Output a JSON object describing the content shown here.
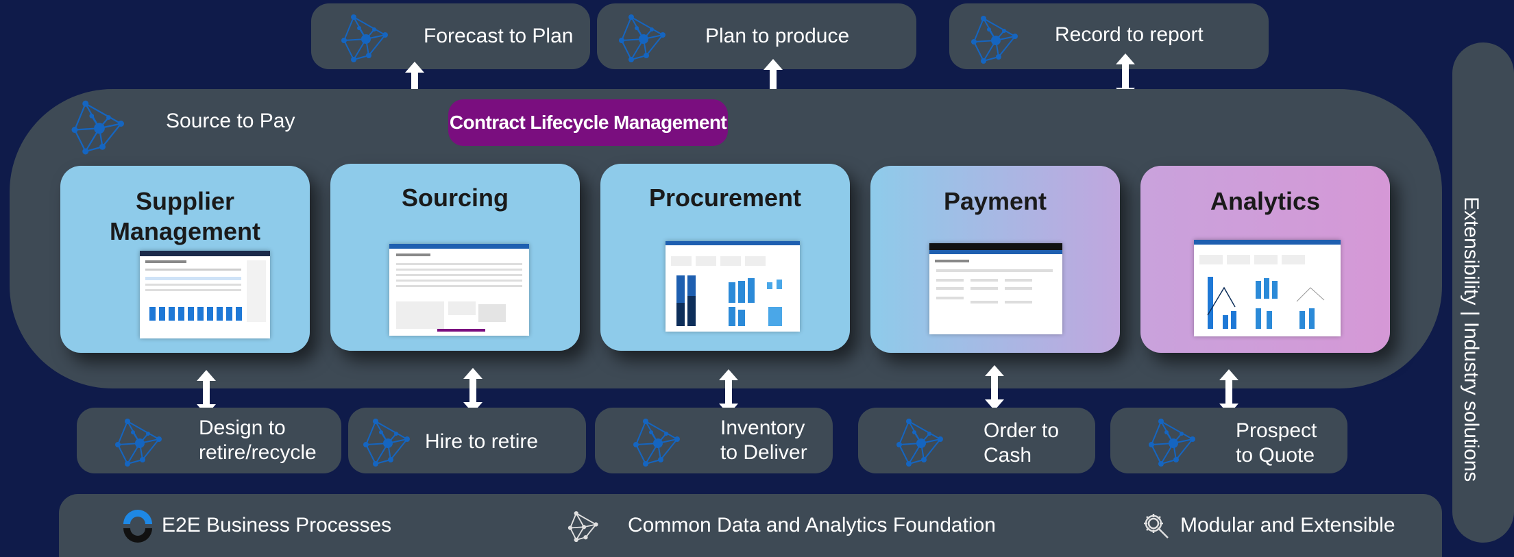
{
  "top_processes": [
    {
      "label": "Forecast to Plan"
    },
    {
      "label": "Plan to produce"
    },
    {
      "label": "Record to report"
    }
  ],
  "main": {
    "label": "Source to Pay",
    "badge": "Contract Lifecycle Management",
    "modules": [
      {
        "title": "Supplier Management",
        "color_from": "#8ecbea",
        "color_to": "#8ecbea"
      },
      {
        "title": "Sourcing",
        "color_from": "#8ecbea",
        "color_to": "#8ecbea"
      },
      {
        "title": "Procurement",
        "color_from": "#8ecbea",
        "color_to": "#8ecbea"
      },
      {
        "title": "Payment",
        "color_from": "#8ecbea",
        "color_to": "#c0a6de"
      },
      {
        "title": "Analytics",
        "color_from": "#c9a2dc",
        "color_to": "#d598d6"
      }
    ]
  },
  "bottom_processes": [
    {
      "line1": "Design to",
      "line2": "retire/recycle"
    },
    {
      "line1": "Hire to retire",
      "line2": ""
    },
    {
      "line1": "Inventory",
      "line2": "to Deliver"
    },
    {
      "line1": "Order to",
      "line2": "Cash"
    },
    {
      "line1": "Prospect",
      "line2": "to Quote"
    }
  ],
  "side_label": "Extensibility | Industry solutions",
  "footer": {
    "e2e": "E2E Business Processes",
    "foundation": "Common Data and Analytics Foundation",
    "modular": "Modular and Extensible"
  },
  "colors": {
    "background": "#0f1b4a",
    "panel": "#3e4a55",
    "badge": "#7a0e7f",
    "icon_blue": "#1565c0"
  }
}
